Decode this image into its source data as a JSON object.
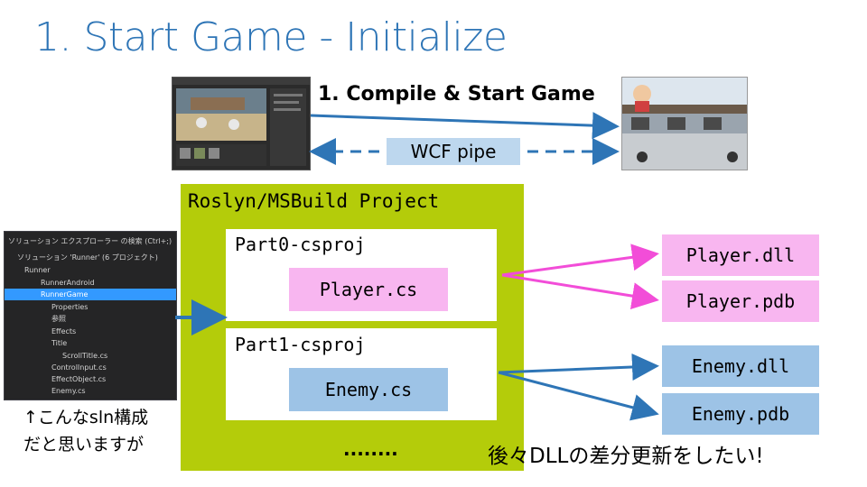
{
  "slide": {
    "title": "1. Start Game - Initialize",
    "compile_label": "1. Compile & Start Game",
    "pipe_label": "WCF pipe",
    "project_label": "Roslyn/MSBuild Project",
    "parts": [
      {
        "label": "Part0-csproj",
        "file": "Player.cs"
      },
      {
        "label": "Part1-csproj",
        "file": "Enemy.cs"
      }
    ],
    "ellipsis": "........",
    "outputs": [
      "Player.dll",
      "Player.pdb",
      "Enemy.dll",
      "Enemy.pdb"
    ],
    "note_lines": [
      "↑こんなsln構成",
      "だと思いますが"
    ],
    "wish": "後々DLLの差分更新をしたい!"
  },
  "solution_explorer": {
    "search_label": "ソリューション エクスプローラー の検索 (Ctrl+;)",
    "rows": [
      "ソリューション 'Runner' (6 プロジェクト)",
      "Runner",
      "RunnerAndroid",
      "RunnerGame",
      "Properties",
      "参照",
      "Effects",
      "Title",
      "ScrollTitle.cs",
      "ControlInput.cs",
      "EffectObject.cs",
      "Enemy.cs"
    ]
  },
  "colors": {
    "title": "#2e75b6",
    "project_bg": "#b4cc0a",
    "pink": "#f8b6f0",
    "blue": "#9dc3e6",
    "pipe": "#bdd7ee",
    "arrow_blue": "#2e75b6",
    "arrow_pink": "#f24dd8"
  }
}
